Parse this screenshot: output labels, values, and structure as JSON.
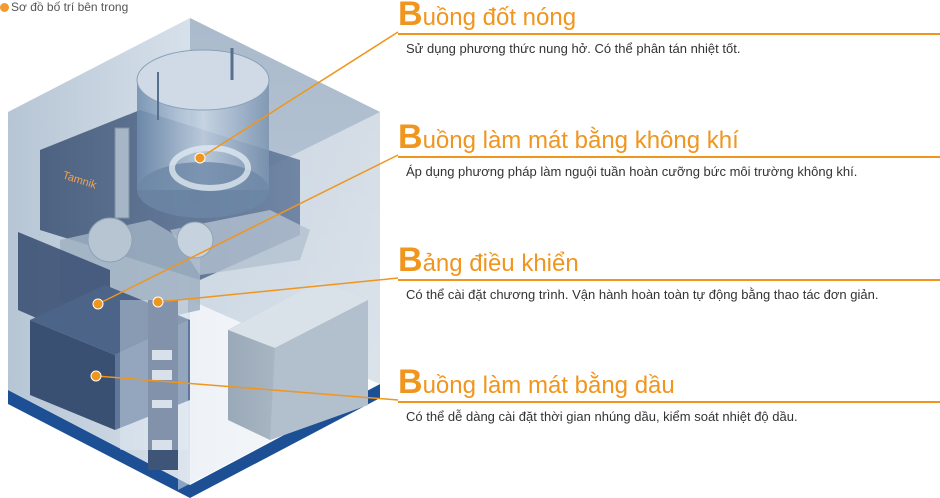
{
  "caption": "Sơ đồ bố trí bên trong",
  "brand_label": "Tamnik",
  "colors": {
    "accent": "#f0951e",
    "box_side": "#c7d4e1",
    "box_dark": "#3c5577",
    "floor": "#1d4f94"
  },
  "callouts": [
    {
      "cap": "B",
      "rest": "uồng đốt nóng",
      "desc": "Sử dụng phương thức nung hở. Có thể phân tán nhiệt tốt."
    },
    {
      "cap": "B",
      "rest": "uồng làm mát bằng không khí",
      "desc": "Áp dụng phương pháp làm nguội tuần hoàn cưỡng bức môi trường không khí."
    },
    {
      "cap": "B",
      "rest": "ảng điều khiển",
      "desc": "Có thể cài đặt chương trình. Vận hành hoàn toàn tự động bằng thao tác đơn giản."
    },
    {
      "cap": "B",
      "rest": "uồng làm mát bằng dầu",
      "desc": "Có thể dễ dàng cài đặt thời gian nhúng dầu, kiểm soát nhiệt độ dầu."
    }
  ]
}
